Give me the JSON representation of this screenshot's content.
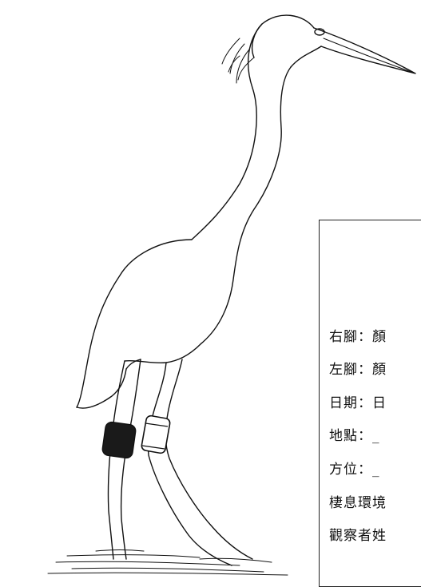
{
  "form": {
    "rows": [
      {
        "label": "右腳：顏"
      },
      {
        "label": "左腳：顏"
      },
      {
        "label": "日期：日"
      },
      {
        "label": "地點：",
        "blank": "_"
      },
      {
        "label": "方位：",
        "blank": "_"
      },
      {
        "label": "棲息環境"
      },
      {
        "label": "觀察者姓"
      }
    ]
  },
  "bands": {
    "right_leg_color": "#1a1a1a",
    "left_leg_color": "#ffffff"
  }
}
